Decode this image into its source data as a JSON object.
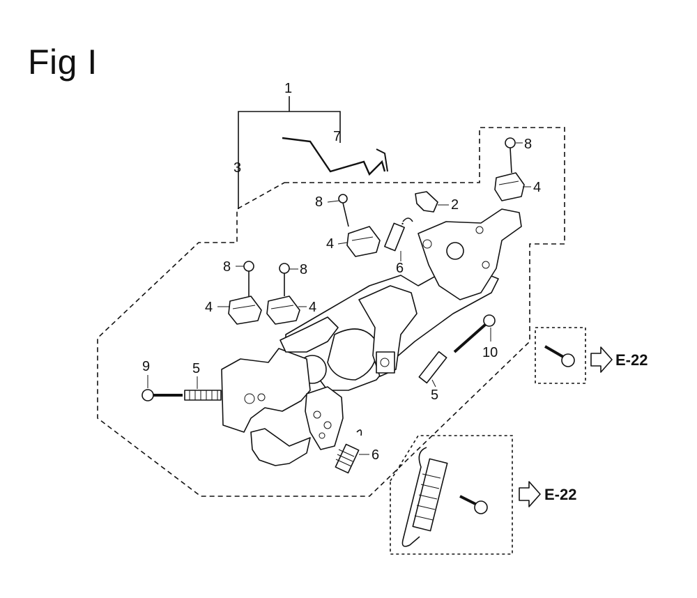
{
  "figure": {
    "title": "Fig I"
  },
  "callouts": {
    "c1": "1",
    "c2": "2",
    "c3": "3",
    "c4a": "4",
    "c4b": "4",
    "c4c": "4",
    "c4d": "4",
    "c5a": "5",
    "c5b": "5",
    "c6a": "6",
    "c6b": "6",
    "c7": "7",
    "c8a": "8",
    "c8b": "8",
    "c8c": "8",
    "c8d": "8",
    "c9": "9",
    "c10": "10"
  },
  "references": {
    "ref_upper": "E-22",
    "ref_lower": "E-22"
  }
}
